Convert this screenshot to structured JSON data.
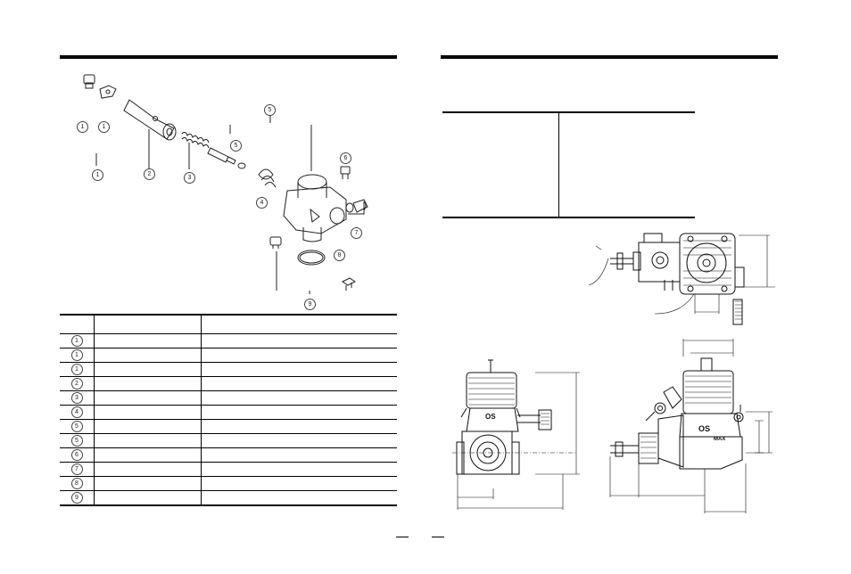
{
  "parts_table": {
    "header": {
      "code": "",
      "name": "",
      "description": ""
    },
    "rows": [
      {
        "code": "1"
      },
      {
        "code": "1"
      },
      {
        "code": "1"
      },
      {
        "code": "2"
      },
      {
        "code": "3"
      },
      {
        "code": "4"
      },
      {
        "code": "5"
      },
      {
        "code": "5"
      },
      {
        "code": "6"
      },
      {
        "code": "7"
      },
      {
        "code": "8"
      },
      {
        "code": "9"
      }
    ]
  },
  "exploded_view": {
    "callouts": [
      "1",
      "1",
      "1",
      "2",
      "3",
      "4",
      "5",
      "5",
      "6",
      "7",
      "8",
      "9"
    ]
  },
  "engine_logo": "OS",
  "engine_model_mark": "MAX"
}
